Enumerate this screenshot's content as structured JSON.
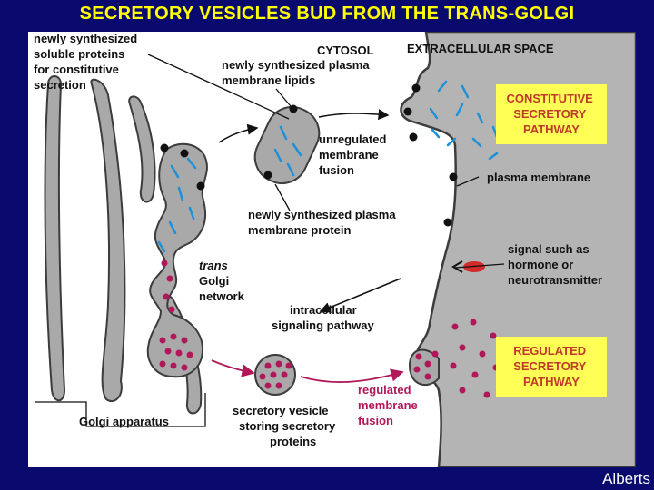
{
  "slide_title": "SECRETORY VESICLES BUD FROM THE TRANS-GOLGI",
  "credit": "Alberts",
  "colors": {
    "slide_background": "#0a0a6e",
    "title": "#ffff00",
    "membrane_fill": "#a9a9a9",
    "membrane_outline": "#3c3c3c",
    "constitutive_protein": "#1e90d8",
    "regulated_protein": "#b0185a",
    "highlight_box": "#ffff55",
    "pathway_text": "#c0392b"
  },
  "region_labels": {
    "cytosol": "CYTOSOL",
    "extracellular_space": "EXTRACELLULAR SPACE"
  },
  "labels": {
    "soluble_proteins": [
      "newly synthesized",
      "soluble proteins",
      "for constitutive",
      "secretion"
    ],
    "plasma_membrane_lipids": [
      "newly synthesized plasma",
      "membrane lipids"
    ],
    "unregulated_fusion": [
      "unregulated",
      "membrane",
      "fusion"
    ],
    "plasma_membrane_protein": [
      "newly synthesized plasma",
      "membrane protein"
    ],
    "plasma_membrane": "plasma membrane",
    "trans_golgi_network": [
      "trans",
      "Golgi",
      "network"
    ],
    "signal": [
      "signal such as",
      "hormone or",
      "neurotransmitter"
    ],
    "intracellular_pathway": [
      "intracellular",
      "signaling pathway"
    ],
    "golgi_apparatus": "Golgi apparatus",
    "secretory_vesicle": [
      "secretory vesicle",
      "storing secretory",
      "proteins"
    ],
    "regulated_fusion": [
      "regulated",
      "membrane",
      "fusion"
    ]
  },
  "pathway_boxes": {
    "constitutive": [
      "CONSTITUTIVE",
      "SECRETORY",
      "PATHWAY"
    ],
    "regulated": [
      "REGULATED",
      "SECRETORY",
      "PATHWAY"
    ]
  }
}
